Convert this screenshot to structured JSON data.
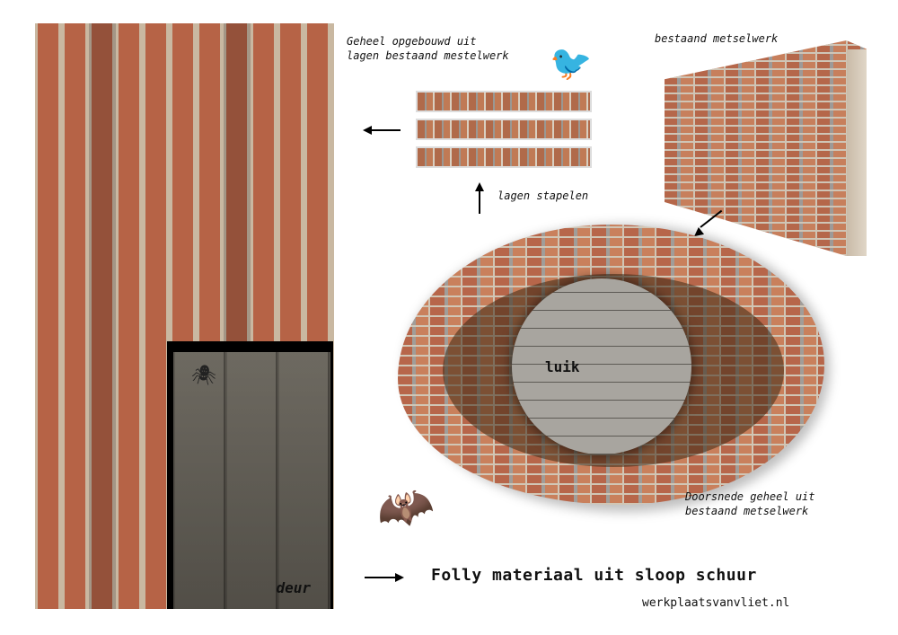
{
  "labels": {
    "layers_note_line1": "Geheel opgebouwd uit",
    "layers_note_line2": "lagen bestaand mestelwerk",
    "existing_masonry": "bestaand metselwerk",
    "stack_layers": "lagen stapelen",
    "hatch": "luik",
    "door": "deur",
    "section_note_line1": "Doorsnede geheel uit",
    "section_note_line2": "bestaand metselwerk",
    "title": "Folly materiaal uit sloop schuur",
    "website": "werkplaatsvanvliet.nl"
  },
  "icons": {
    "bird": "bird-icon",
    "bat": "bat-icon",
    "spider": "spider-icon"
  },
  "colors": {
    "brick_red": "#b5674a",
    "brick_grey": "#9d9a98",
    "mortar": "#cfc5b6",
    "wood": "#a6a39c",
    "text": "#111111"
  }
}
